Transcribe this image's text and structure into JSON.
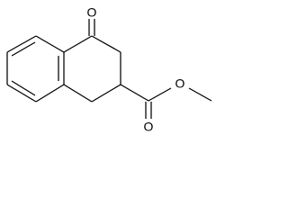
{
  "diagram": {
    "atoms": [
      {
        "id": "o_ketone",
        "label": "O"
      },
      {
        "id": "o_carbonyl",
        "label": "O"
      },
      {
        "id": "o_ester",
        "label": "O"
      }
    ]
  }
}
